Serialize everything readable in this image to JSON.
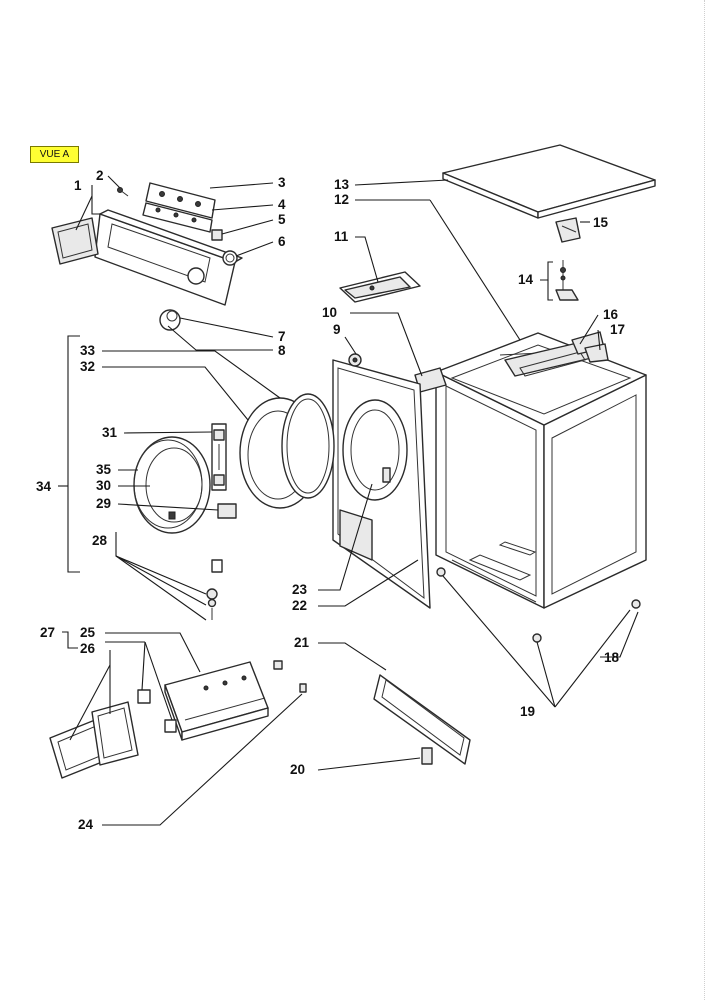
{
  "view_label": "VUE A",
  "callouts": [
    {
      "id": "1",
      "text": "1"
    },
    {
      "id": "2",
      "text": "2"
    },
    {
      "id": "3",
      "text": "3"
    },
    {
      "id": "4",
      "text": "4"
    },
    {
      "id": "5",
      "text": "5"
    },
    {
      "id": "6",
      "text": "6"
    },
    {
      "id": "7",
      "text": "7"
    },
    {
      "id": "8",
      "text": "8"
    },
    {
      "id": "9",
      "text": "9"
    },
    {
      "id": "10",
      "text": "10"
    },
    {
      "id": "11",
      "text": "11"
    },
    {
      "id": "12",
      "text": "12"
    },
    {
      "id": "13",
      "text": "13"
    },
    {
      "id": "14",
      "text": "14"
    },
    {
      "id": "15",
      "text": "15"
    },
    {
      "id": "16",
      "text": "16"
    },
    {
      "id": "17",
      "text": "17"
    },
    {
      "id": "18",
      "text": "18"
    },
    {
      "id": "19",
      "text": "19"
    },
    {
      "id": "20",
      "text": "20"
    },
    {
      "id": "21",
      "text": "21"
    },
    {
      "id": "22",
      "text": "22"
    },
    {
      "id": "23",
      "text": "23"
    },
    {
      "id": "24",
      "text": "24"
    },
    {
      "id": "25",
      "text": "25"
    },
    {
      "id": "26",
      "text": "26"
    },
    {
      "id": "27",
      "text": "27"
    },
    {
      "id": "28",
      "text": "28"
    },
    {
      "id": "29",
      "text": "29"
    },
    {
      "id": "30",
      "text": "30"
    },
    {
      "id": "31",
      "text": "31"
    },
    {
      "id": "32",
      "text": "32"
    },
    {
      "id": "33",
      "text": "33"
    },
    {
      "id": "34",
      "text": "34"
    },
    {
      "id": "35",
      "text": "35"
    }
  ]
}
